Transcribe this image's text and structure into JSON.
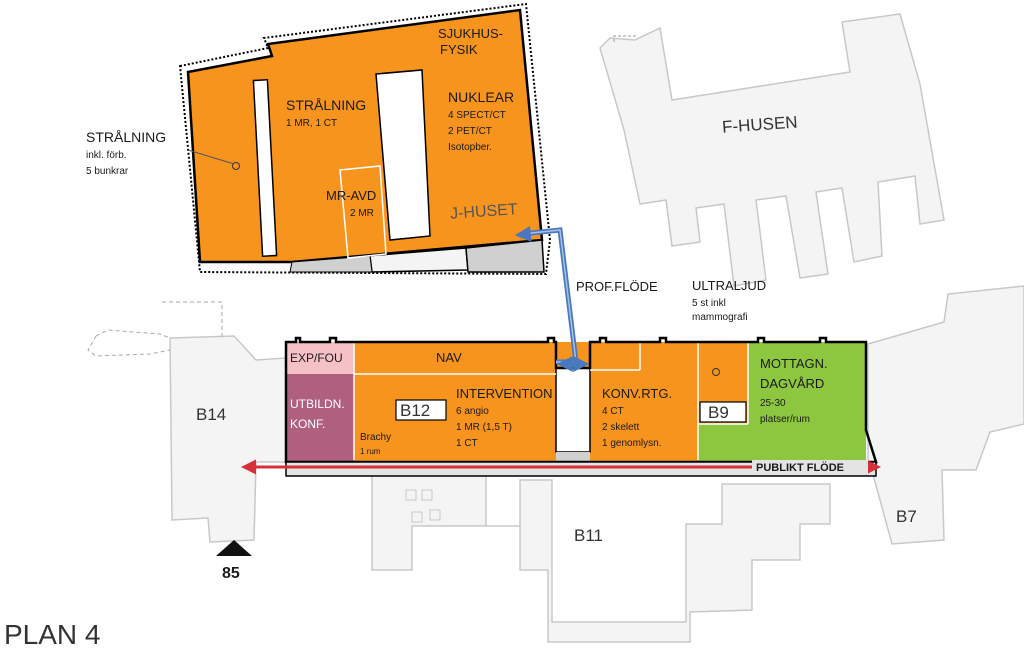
{
  "plan": {
    "title": "PLAN 4",
    "entrance_number": "85"
  },
  "buildings": {
    "f_husen": "F-HUSEN",
    "b14": "B14",
    "b11": "B11",
    "b7": "B7",
    "b12": "B12",
    "b9": "B9",
    "j_huset": "J-HUSET"
  },
  "j_building": {
    "sjukhusfysik_line1": "SJUKHUS-",
    "sjukhusfysik_line2": "FYSIK",
    "stralning_title": "STRÅLNING",
    "stralning_detail": "1 MR, 1 CT",
    "nuklear_title": "NUKLEAR",
    "nuklear_line1": "4 SPECT/CT",
    "nuklear_line2": "2 PET/CT",
    "nuklear_line3": "Isotopber.",
    "mr_avd_title": "MR-AVD",
    "mr_avd_detail": "2 MR"
  },
  "outside_label": {
    "title": "STRÅLNING",
    "line1": "inkl. förb.",
    "line2": "5 bunkrar"
  },
  "flows": {
    "professional": "PROF.FLÖDE",
    "public": "PUBLIKT FLÖDE"
  },
  "ultraljud": {
    "title": "ULTRALJUD",
    "line1": "5 st  inkl",
    "line2": "mammografi"
  },
  "main_building": {
    "exp_fou": "EXP/FOU",
    "nav": "NAV",
    "utbildn": "UTBILDN.",
    "konf": "KONF.",
    "intervention_title": "INTERVENTION",
    "intervention_line1": "6 angio",
    "intervention_line2": "1 MR (1,5 T)",
    "intervention_line3": "1 CT",
    "brachy_title": "Brachy",
    "brachy_detail": "1 rum",
    "konv_title": "KONV.RTG.",
    "konv_line1": "4 CT",
    "konv_line2": "2 skelett",
    "konv_line3": "1 genomlysn.",
    "mottagn": "MOTTAGN.",
    "dagvard": "DAGVÅRD",
    "dagvard_line1": "25-30",
    "dagvard_line2": "platser/rum"
  },
  "colors": {
    "orange": "#F7941D",
    "green": "#8DC63F",
    "pink": "#F6C1C6",
    "purple": "#B0607F",
    "outline_gray": "#C8C8C8",
    "fill_gray": "#F4F4F4",
    "flow_blue": "#4A78BE",
    "flow_red": "#D6303A"
  }
}
